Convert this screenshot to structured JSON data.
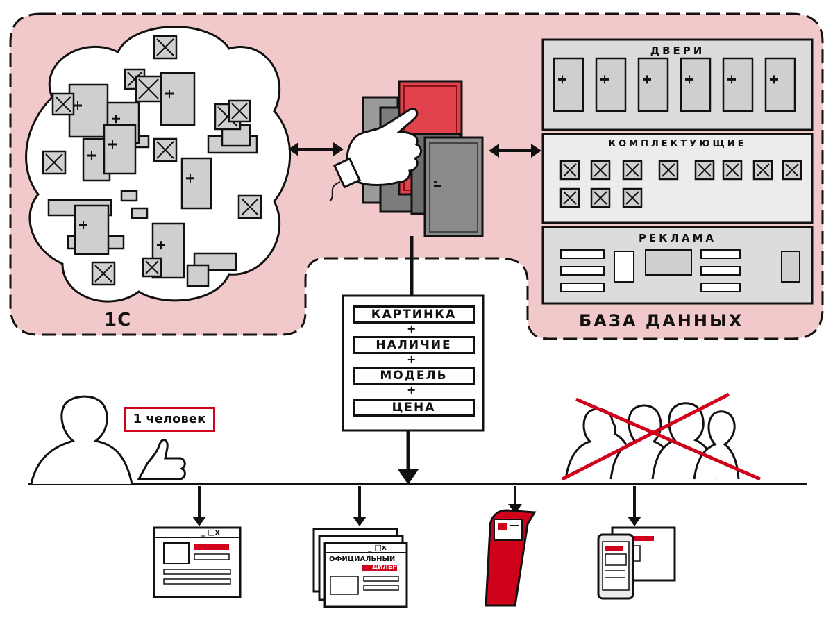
{
  "diagram": {
    "system_label": "1С",
    "database_label": "БАЗА ДАННЫХ",
    "database_sections": [
      {
        "label": "ДВЕРИ"
      },
      {
        "label": "КОМПЛЕКТУЮЩИЕ"
      },
      {
        "label": "РЕКЛАМА"
      }
    ],
    "product_card": [
      {
        "label": "КАРТИНКА"
      },
      {
        "label": "НАЛИЧИЕ"
      },
      {
        "label": "МОДЕЛЬ"
      },
      {
        "label": "ЦЕНА"
      }
    ],
    "plus_sign": "+",
    "operator_badge": "1 человек",
    "browser_controls": "_ □x",
    "official_site_text": "ОФИЦИАЛЬНЫЙ",
    "dealer_text": "ДИЛЕР",
    "colors": {
      "accent_red": "#d0021b",
      "door_red": "#e0434b",
      "panel_pink": "#f2c9ca",
      "item_gray": "#cfcfcf",
      "ink": "#111111"
    }
  }
}
